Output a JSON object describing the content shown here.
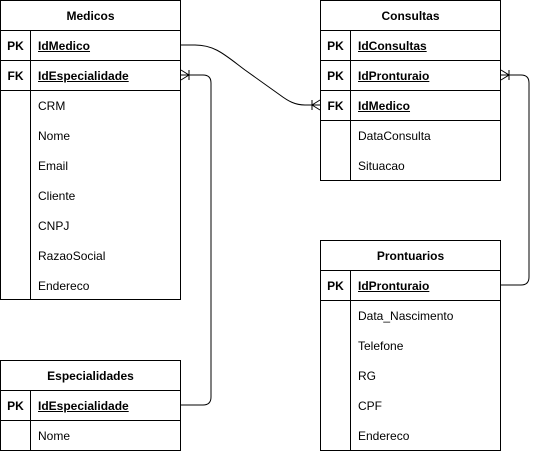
{
  "entities": {
    "medicos": {
      "title": "Medicos",
      "keys": [
        {
          "badge": "PK",
          "field": "IdMedico"
        },
        {
          "badge": "FK",
          "field": "IdEspecialidade"
        }
      ],
      "fields": [
        "CRM",
        "Nome",
        "Email",
        "Cliente",
        "CNPJ",
        "RazaoSocial",
        "Endereco"
      ]
    },
    "consultas": {
      "title": "Consultas",
      "keys": [
        {
          "badge": "PK",
          "field": "IdConsultas"
        },
        {
          "badge": "PK",
          "field": "IdPronturaio"
        },
        {
          "badge": "FK",
          "field": "IdMedico"
        }
      ],
      "fields": [
        "DataConsulta",
        "Situacao"
      ]
    },
    "prontuarios": {
      "title": "Prontuarios",
      "keys": [
        {
          "badge": "PK",
          "field": "IdPronturaio"
        }
      ],
      "fields": [
        "Data_Nascimento",
        "Telefone",
        "RG",
        "CPF",
        "Endereco"
      ]
    },
    "especialidades": {
      "title": "Especialidades",
      "keys": [
        {
          "badge": "PK",
          "field": "IdEspecialidade"
        }
      ],
      "fields": [
        "Nome"
      ]
    }
  }
}
